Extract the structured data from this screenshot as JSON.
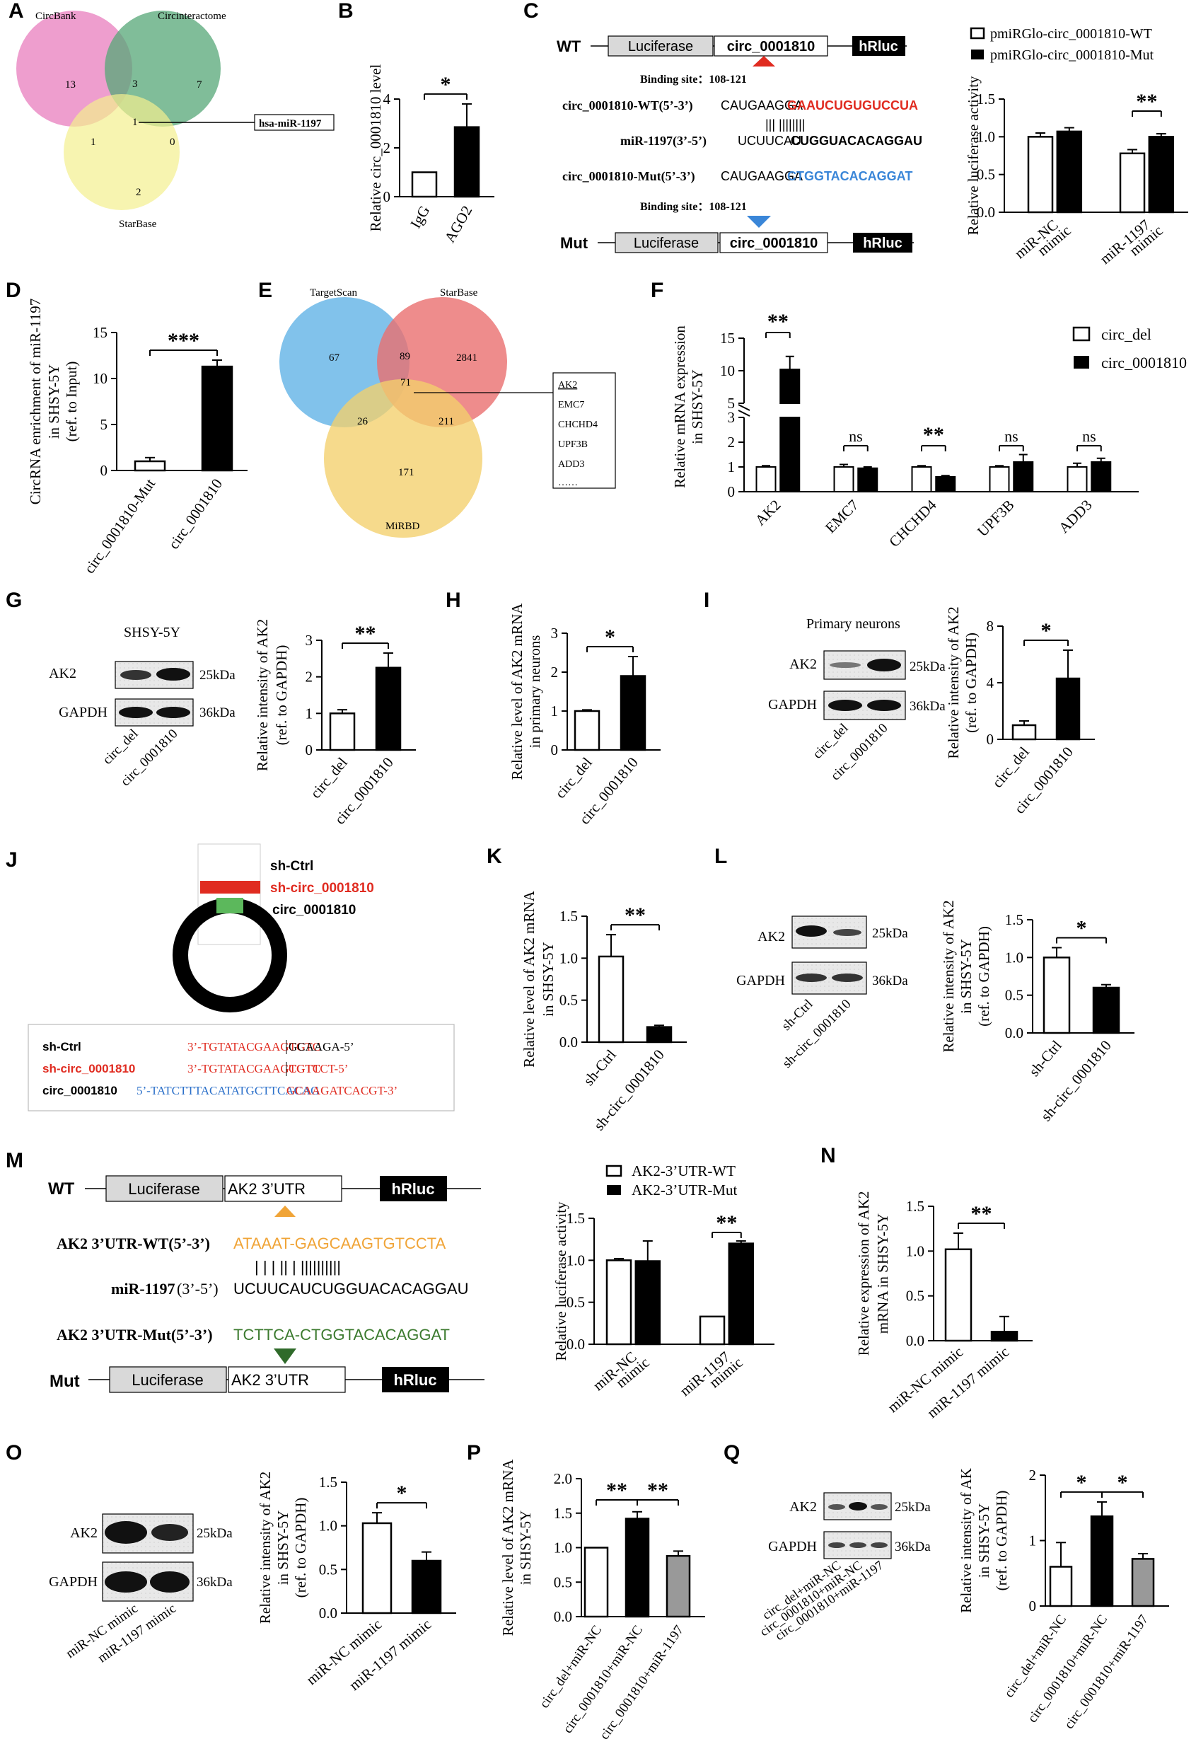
{
  "panels": {
    "A": {
      "label": "A",
      "sets": [
        "CircBank",
        "Circinteractome",
        "StarBase"
      ],
      "counts": [
        "13",
        "3",
        "7",
        "1",
        "1",
        "0",
        "2"
      ],
      "callout": "hsa-miR-1197"
    },
    "B": {
      "label": "B",
      "sig": "*"
    },
    "C": {
      "label": "C",
      "wt": "WT",
      "mut": "Mut",
      "luc": "Luciferase",
      "circ": "circ_0001810",
      "hrluc": "hRluc",
      "site1": "Binding site：108-121",
      "site2": "Binding site：108-121",
      "seq_wt_label": "circ_0001810-WT(5’-3’)",
      "seq_wt_a": "CAUGAAGGA",
      "seq_wt_b": "GAAUCUGUGUCCUA",
      "pairs": "|||   ||||||||",
      "seq_mir_label": "miR-1197(3’-5’)",
      "seq_mir_a": "UCUUCAU",
      "seq_mir_b": "CUGGUACACAGGAU",
      "seq_mut_label": "circ_0001810-Mut(5’-3’)",
      "seq_mut_a": "CAUGAAGGA",
      "seq_mut_b": "CTGGTACACAGGAT",
      "legend": [
        "pmiRGlo-circ_0001810-WT",
        "pmiRGlo-circ_0001810-Mut"
      ],
      "sig": "**"
    },
    "D": {
      "label": "D",
      "sig": "***"
    },
    "E": {
      "label": "E",
      "sets": [
        "TargetScan",
        "StarBase",
        "MiRBD"
      ],
      "counts": [
        "67",
        "89",
        "2841",
        "71",
        "26",
        "211",
        "171"
      ],
      "genes": [
        "AK2",
        "EMC7",
        "CHCHD4",
        "UPF3B",
        "ADD3",
        "……"
      ]
    },
    "F": {
      "label": "F",
      "legend": [
        "circ_del",
        "circ_0001810"
      ],
      "sig": [
        "**",
        "ns",
        "**",
        "ns",
        "ns"
      ]
    },
    "G": {
      "label": "G",
      "cell": "SHSY-5Y",
      "bands": [
        "AK2",
        "GAPDH"
      ],
      "kda": [
        "25kDa",
        "36kDa"
      ],
      "lanes": [
        "circ_del",
        "circ_0001810"
      ],
      "sig": "**"
    },
    "H": {
      "label": "H",
      "sig": "*"
    },
    "I": {
      "label": "I",
      "cell": "Primary neurons",
      "bands": [
        "AK2",
        "GAPDH"
      ],
      "kda": [
        "25kDa",
        "36kDa"
      ],
      "lanes": [
        "circ_del",
        "circ_0001810"
      ],
      "sig": "*"
    },
    "J": {
      "label": "J",
      "legend": [
        "sh-Ctrl",
        "sh-circ_0001810",
        "circ_0001810"
      ],
      "seq": [
        {
          "name": "sh-Ctrl",
          "a": "3’-TGTATACGAAGTGTC",
          "b": "GCAAGA-5’"
        },
        {
          "name": "sh-circ_0001810",
          "a": "3’-TGTATACGAAGTGTC",
          "b": "CGTTCT-5’"
        },
        {
          "name": "circ_0001810",
          "a": "5’-TATCTTTACATATGCTTCACAG",
          "b": "GCAAGATCACGT-3’"
        }
      ]
    },
    "K": {
      "label": "K",
      "sig": "**"
    },
    "L": {
      "label": "L",
      "bands": [
        "AK2",
        "GAPDH"
      ],
      "kda": [
        "25kDa",
        "36kDa"
      ],
      "lanes": [
        "sh-Ctrl",
        "sh-circ_0001810"
      ],
      "sig": "*"
    },
    "M": {
      "label": "M",
      "wt": "WT",
      "mut": "Mut",
      "luc": "Luciferase",
      "utr": "AK2 3’UTR",
      "hrluc": "hRluc",
      "wt_label": "AK2 3’UTR-WT(5’-3’)",
      "wt_seq": "ATAAAT-GAGCAAGTGTCCTA",
      "pairs": "|   |   |   ||   |   ||||||||||",
      "mir_label": "miR-1197",
      "mir_suffix": "(3’-5’)",
      "mir_seq": "UCUUCAUCUGGUACACAGGAU",
      "mut_label": "AK2 3’UTR-Mut(5’-3’)",
      "mut_seq": "TCTTCA-CTGGTACACAGGAT",
      "legend": [
        "AK2-3’UTR-WT",
        "AK2-3’UTR-Mut"
      ],
      "sig": "**"
    },
    "N": {
      "label": "N",
      "sig": "**"
    },
    "O": {
      "label": "O",
      "bands": [
        "AK2",
        "GAPDH"
      ],
      "kda": [
        "25kDa",
        "36kDa"
      ],
      "lanes": [
        "miR-NC mimic",
        "miR-1197 mimic"
      ],
      "sig": "*"
    },
    "P": {
      "label": "P",
      "sig": [
        "**",
        "**"
      ]
    },
    "Q": {
      "label": "Q",
      "bands": [
        "AK2",
        "GAPDH"
      ],
      "kda": [
        "25kDa",
        "36kDa"
      ],
      "lanes": [
        "circ_del+miR-NC",
        "circ_0001810+miR-NC",
        "circ_0001810+miR-1197"
      ],
      "sig": [
        "*",
        "*"
      ]
    }
  },
  "chart_data": [
    {
      "panel": "B",
      "type": "bar",
      "categories": [
        "IgG",
        "AGO2"
      ],
      "values": [
        1.0,
        2.85
      ],
      "errors": [
        0,
        0.95
      ],
      "ylabel": "Relative circ_0001810 level",
      "ylim": [
        0,
        4
      ],
      "yticks": [
        0,
        2,
        4
      ],
      "fills": [
        "#ffffff",
        "#000000"
      ]
    },
    {
      "panel": "C",
      "type": "bar",
      "categories": [
        "miR-NC mimic",
        "miR-1197 mimic"
      ],
      "series": [
        {
          "name": "pmiRGlo-circ_0001810-WT",
          "values": [
            1.0,
            0.78
          ],
          "errors": [
            0.05,
            0.05
          ]
        },
        {
          "name": "pmiRGlo-circ_0001810-Mut",
          "values": [
            1.07,
            1.0
          ],
          "errors": [
            0.05,
            0.04
          ]
        }
      ],
      "ylabel": "Relative luciferase activity",
      "ylim": [
        0,
        1.5
      ],
      "yticks": [
        "0.0",
        "0.5",
        "1.0",
        "1.5"
      ]
    },
    {
      "panel": "D",
      "type": "bar",
      "categories": [
        "circ_0001810-Mut",
        "circ_0001810"
      ],
      "values": [
        1.0,
        11.3
      ],
      "errors": [
        0.4,
        0.7
      ],
      "ylabel": "CircRNA enrichment of miR-1197 in SHSY-5Y (ref. to Input)",
      "ylim": [
        0,
        15
      ],
      "yticks": [
        0,
        5,
        10,
        15
      ],
      "fills": [
        "#ffffff",
        "#000000"
      ]
    },
    {
      "panel": "F",
      "type": "bar",
      "categories": [
        "AK2",
        "EMC7",
        "CHCHD4",
        "UPF3B",
        "ADD3"
      ],
      "series": [
        {
          "name": "circ_del",
          "values": [
            1.0,
            1.0,
            1.0,
            1.0,
            1.0
          ],
          "errors": [
            0.05,
            0.1,
            0.05,
            0.05,
            0.15
          ]
        },
        {
          "name": "circ_0001810",
          "values": [
            10.2,
            0.95,
            0.6,
            1.2,
            1.2
          ],
          "errors": [
            2.0,
            0.05,
            0.05,
            0.3,
            0.15
          ]
        }
      ],
      "ylabel": "Relative mRNA expression in SHSY-5Y",
      "ylim": [
        0,
        15
      ],
      "axis_break": [
        3,
        5
      ],
      "yticks": [
        "0",
        "1",
        "2",
        "3",
        "5",
        "10",
        "15"
      ]
    },
    {
      "panel": "G",
      "type": "bar",
      "categories": [
        "circ_del",
        "circ_0001810"
      ],
      "values": [
        1.0,
        2.25
      ],
      "errors": [
        0.1,
        0.4
      ],
      "ylabel": "Relative intensity of AK2 (ref. to GAPDH)",
      "ylim": [
        0,
        3
      ],
      "yticks": [
        0,
        1,
        2,
        3
      ],
      "fills": [
        "#ffffff",
        "#000000"
      ]
    },
    {
      "panel": "H",
      "type": "bar",
      "categories": [
        "circ_del",
        "circ_0001810"
      ],
      "values": [
        1.0,
        1.9
      ],
      "errors": [
        0.03,
        0.5
      ],
      "ylabel": "Relative level of AK2 mRNA in primary neurons",
      "ylim": [
        0,
        3
      ],
      "yticks": [
        0,
        1,
        2,
        3
      ],
      "fills": [
        "#ffffff",
        "#000000"
      ]
    },
    {
      "panel": "I",
      "type": "bar",
      "categories": [
        "circ_del",
        "circ_0001810"
      ],
      "values": [
        1.0,
        4.3
      ],
      "errors": [
        0.3,
        2.0
      ],
      "ylabel": "Relative intensity of AK2 (ref. to GAPDH)",
      "ylim": [
        0,
        8
      ],
      "yticks": [
        0,
        4,
        8
      ],
      "fills": [
        "#ffffff",
        "#000000"
      ]
    },
    {
      "panel": "K",
      "type": "bar",
      "categories": [
        "sh-Ctrl",
        "sh-circ_0001810"
      ],
      "values": [
        1.02,
        0.18
      ],
      "errors": [
        0.26,
        0.02
      ],
      "ylabel": "Relative level of AK2 mRNA in SHSY-5Y",
      "ylim": [
        0,
        1.5
      ],
      "yticks": [
        "0.0",
        "0.5",
        "1.0",
        "1.5"
      ],
      "fills": [
        "#ffffff",
        "#000000"
      ]
    },
    {
      "panel": "L",
      "type": "bar",
      "categories": [
        "sh-Ctrl",
        "sh-circ_0001810"
      ],
      "values": [
        1.0,
        0.6
      ],
      "errors": [
        0.13,
        0.04
      ],
      "ylabel": "Relative intensity of AK2 in SHSY-5Y (ref. to GAPDH)",
      "ylim": [
        0,
        1.5
      ],
      "yticks": [
        "0.0",
        "0.5",
        "1.0",
        "1.5"
      ],
      "fills": [
        "#ffffff",
        "#000000"
      ]
    },
    {
      "panel": "M",
      "type": "bar",
      "categories": [
        "miR-NC mimic",
        "miR-1197 mimic"
      ],
      "series": [
        {
          "name": "AK2-3’UTR-WT",
          "values": [
            1.0,
            0.33
          ],
          "errors": [
            0.02,
            0
          ]
        },
        {
          "name": "AK2-3’UTR-Mut",
          "values": [
            0.99,
            1.2
          ],
          "errors": [
            0.24,
            0.03
          ]
        }
      ],
      "ylabel": "Relative luciferase activity",
      "ylim": [
        0,
        1.5
      ],
      "yticks": [
        "0.0",
        "0.5",
        "1.0",
        "1.5"
      ]
    },
    {
      "panel": "N",
      "type": "bar",
      "categories": [
        "miR-NC mimic",
        "miR-1197 mimic"
      ],
      "values": [
        1.02,
        0.1
      ],
      "errors": [
        0.18,
        0.17
      ],
      "ylabel": "Relative expression of AK2 mRNA in SHSY-5Y",
      "ylim": [
        0,
        1.5
      ],
      "yticks": [
        "0.0",
        "0.5",
        "1.0",
        "1.5"
      ],
      "fills": [
        "#ffffff",
        "#000000"
      ]
    },
    {
      "panel": "O",
      "type": "bar",
      "categories": [
        "miR-NC mimic",
        "miR-1197 mimic"
      ],
      "values": [
        1.03,
        0.6
      ],
      "errors": [
        0.12,
        0.1
      ],
      "ylabel": "Relative intensity of AK2 in SHSY-5Y (ref. to GAPDH)",
      "ylim": [
        0,
        1.5
      ],
      "yticks": [
        "0.0",
        "0.5",
        "1.0",
        "1.5"
      ],
      "fills": [
        "#ffffff",
        "#000000"
      ]
    },
    {
      "panel": "P",
      "type": "bar",
      "categories": [
        "circ_del+miR-NC",
        "circ_0001810+miR-NC",
        "circ_0001810+miR-1197"
      ],
      "values": [
        1.0,
        1.42,
        0.88
      ],
      "errors": [
        0,
        0.1,
        0.07
      ],
      "ylabel": "Relative level of AK2 mRNA in SHSY-5Y",
      "ylim": [
        0,
        2.0
      ],
      "yticks": [
        "0.0",
        "0.5",
        "1.0",
        "1.5",
        "2.0"
      ],
      "fills": [
        "#ffffff",
        "#000000",
        "#999999"
      ]
    },
    {
      "panel": "Q",
      "type": "bar",
      "categories": [
        "circ_del+miR-NC",
        "circ_0001810+miR-NC",
        "circ_0001810+miR-1197"
      ],
      "values": [
        0.6,
        1.37,
        0.72
      ],
      "errors": [
        0.37,
        0.22,
        0.08
      ],
      "ylabel": "Relative intensity of AK in SHSY-5Y (ref. to GAPDH)",
      "ylim": [
        0,
        2
      ],
      "yticks": [
        0,
        1,
        2
      ],
      "fills": [
        "#ffffff",
        "#000000",
        "#999999"
      ]
    }
  ]
}
